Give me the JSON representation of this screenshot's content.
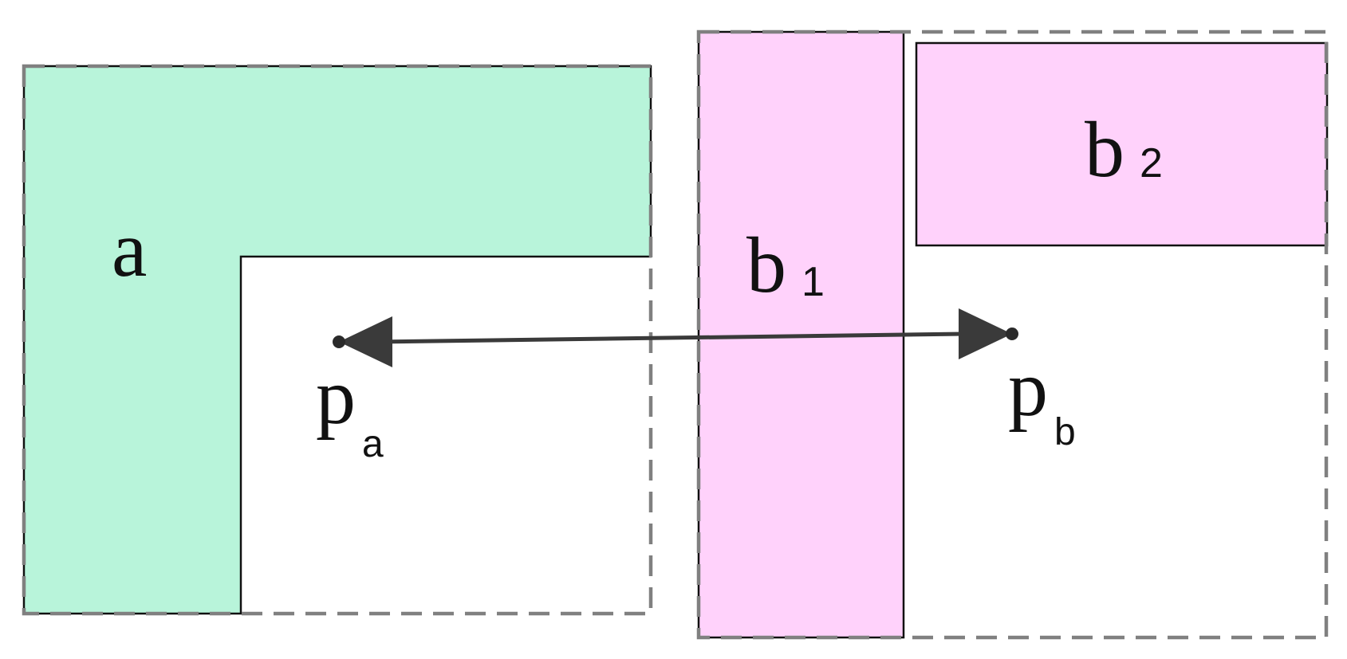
{
  "labels": {
    "region_a": "a",
    "region_b1": {
      "base": "b",
      "subscript": "1"
    },
    "region_b2": {
      "base": "b",
      "subscript": "2"
    },
    "point_a": {
      "base": "p",
      "subscript": "a"
    },
    "point_b": {
      "base": "p",
      "subscript": "b"
    }
  },
  "colors": {
    "region_a_fill": "#b8f4da",
    "region_b_fill": "#ffd2fb",
    "bounding_box_stroke": "#808080",
    "outline_stroke": "#111111",
    "arrow": "#3a3a3a"
  }
}
